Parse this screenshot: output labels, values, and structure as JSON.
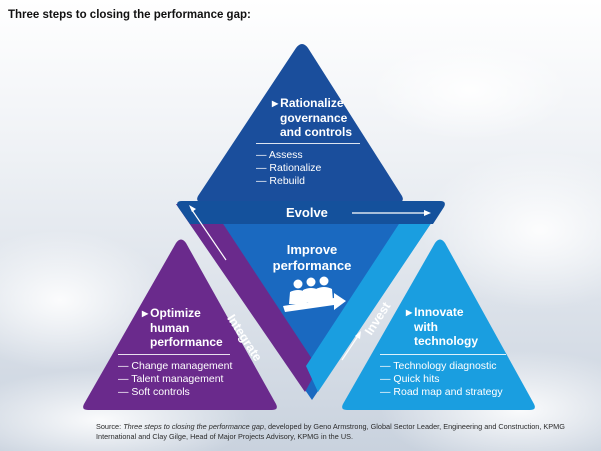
{
  "title": "Three steps to closing the performance gap:",
  "top": {
    "heading": [
      "Rationalize",
      "governance",
      "and controls"
    ],
    "items": [
      "— Assess",
      "— Rationalize",
      "— Rebuild"
    ]
  },
  "center": {
    "line1": "Improve",
    "line2": "performance"
  },
  "bands": {
    "evolve": "Evolve",
    "integrate": "Integrate",
    "invest": "Invest"
  },
  "left": {
    "heading": [
      "Optimize",
      "human",
      "performance"
    ],
    "items": [
      "— Change management",
      "— Talent management",
      "— Soft controls"
    ]
  },
  "right": {
    "heading": [
      "Innovate",
      "with",
      "technology"
    ],
    "items": [
      "— Technology diagnostic",
      "— Quick hits",
      "— Road map and strategy"
    ]
  },
  "source": {
    "prefix": "Source: ",
    "italic": "Three steps to closing the performance gap",
    "rest": ", developed by Geno Armstrong, Global Sector Leader, Engineering and Construction, KPMG International and Clay Gilge, Head of Major Projects Advisory, KPMG in the US."
  },
  "colors": {
    "top_blue": "#1a4e9c",
    "center_blue": "#1a69c0",
    "right_cyan": "#1a9ee0",
    "left_purple": "#6a2a8c",
    "band_blue": "#14519c"
  },
  "icons": [
    "arrow-right-icon",
    "people-group-icon"
  ]
}
